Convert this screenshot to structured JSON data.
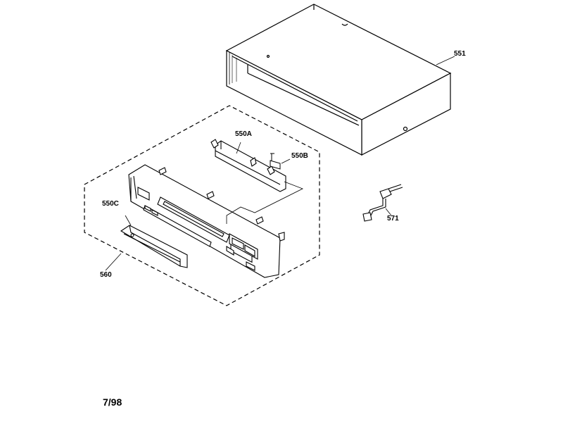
{
  "diagram": {
    "labels": {
      "cabinet": "551",
      "panel_top": "550A",
      "panel_right": "550B",
      "panel_left": "550C",
      "front_panel": "560",
      "bracket": "571"
    },
    "date_stamp": "7/98",
    "line_color": "#000000",
    "background_color": "#ffffff"
  }
}
